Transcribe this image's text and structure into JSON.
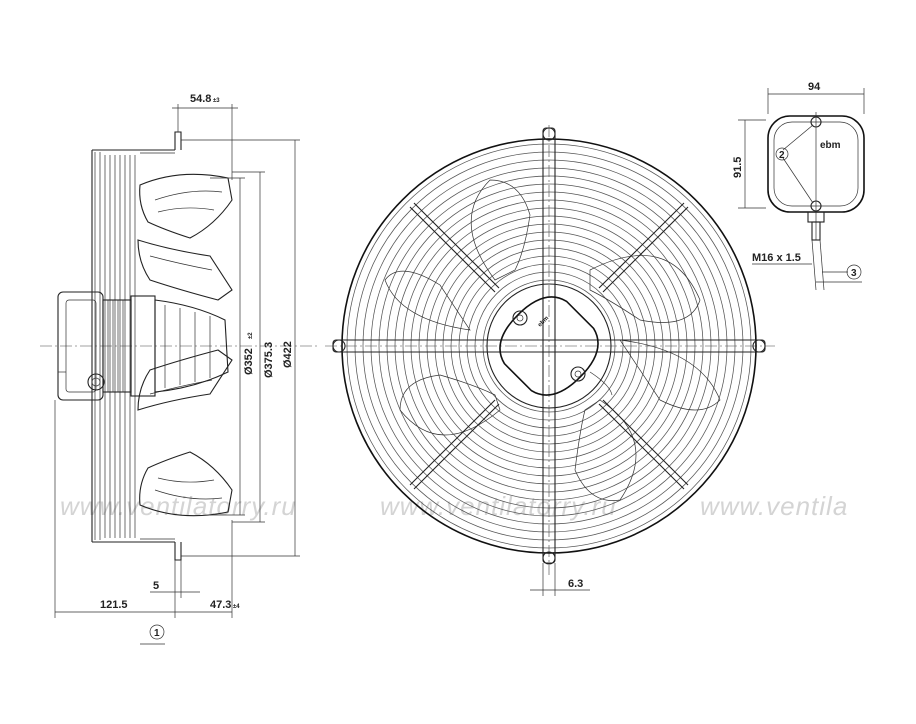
{
  "watermark": {
    "text_1": "www.ventilatorry.ru",
    "text_2": "www.ventilatorry.ru",
    "text_3": "www.ventila"
  },
  "side_view": {
    "dim_top": "54.8",
    "dim_top_tol": "±3",
    "dim_d352": "Ø352",
    "dim_d352_tol": "±2",
    "dim_d375": "Ø375.3",
    "dim_d422": "Ø422",
    "dim_5": "5",
    "dim_121": "121.5",
    "dim_47": "47.3",
    "dim_47_tol": "±4",
    "callout_1": "1"
  },
  "front_view": {
    "brand": "ebm",
    "dim_63": "6.3"
  },
  "terminal_box": {
    "dim_94": "94",
    "dim_915": "91.5",
    "callout_2": "2",
    "callout_3": "3",
    "thread_label": "M16 x 1.5",
    "brand": "ebm"
  }
}
